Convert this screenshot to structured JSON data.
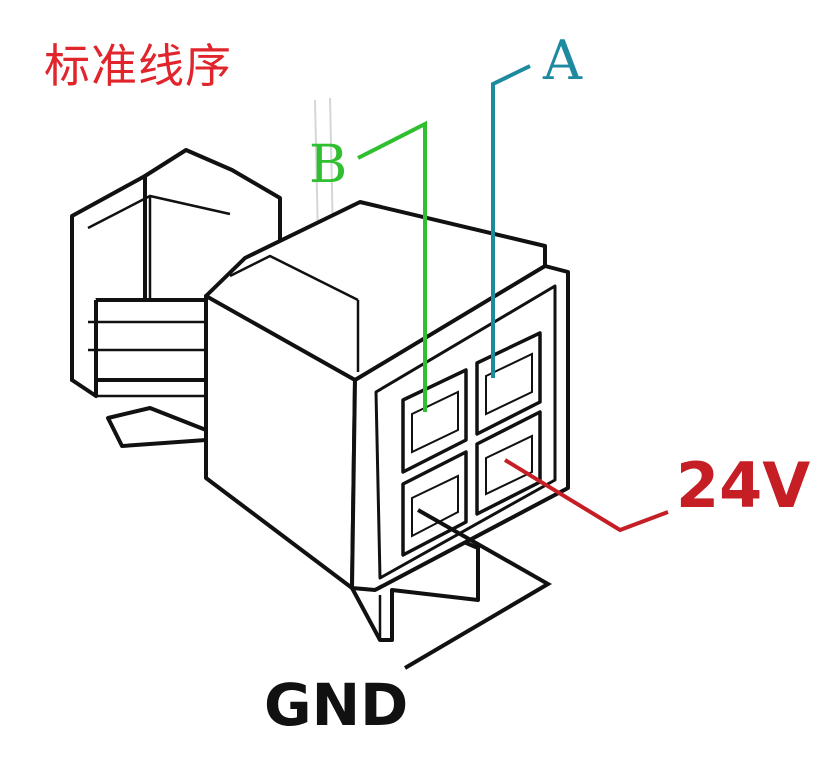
{
  "title": "标准线序",
  "pins": {
    "a": "A",
    "b": "B",
    "power": "24V",
    "ground": "GND"
  },
  "colors": {
    "title": "#e0262c",
    "pin_a": "#1e8aa0",
    "pin_b": "#2fbf2f",
    "power": "#c51e25",
    "ground": "#111111",
    "outline": "#111111"
  }
}
